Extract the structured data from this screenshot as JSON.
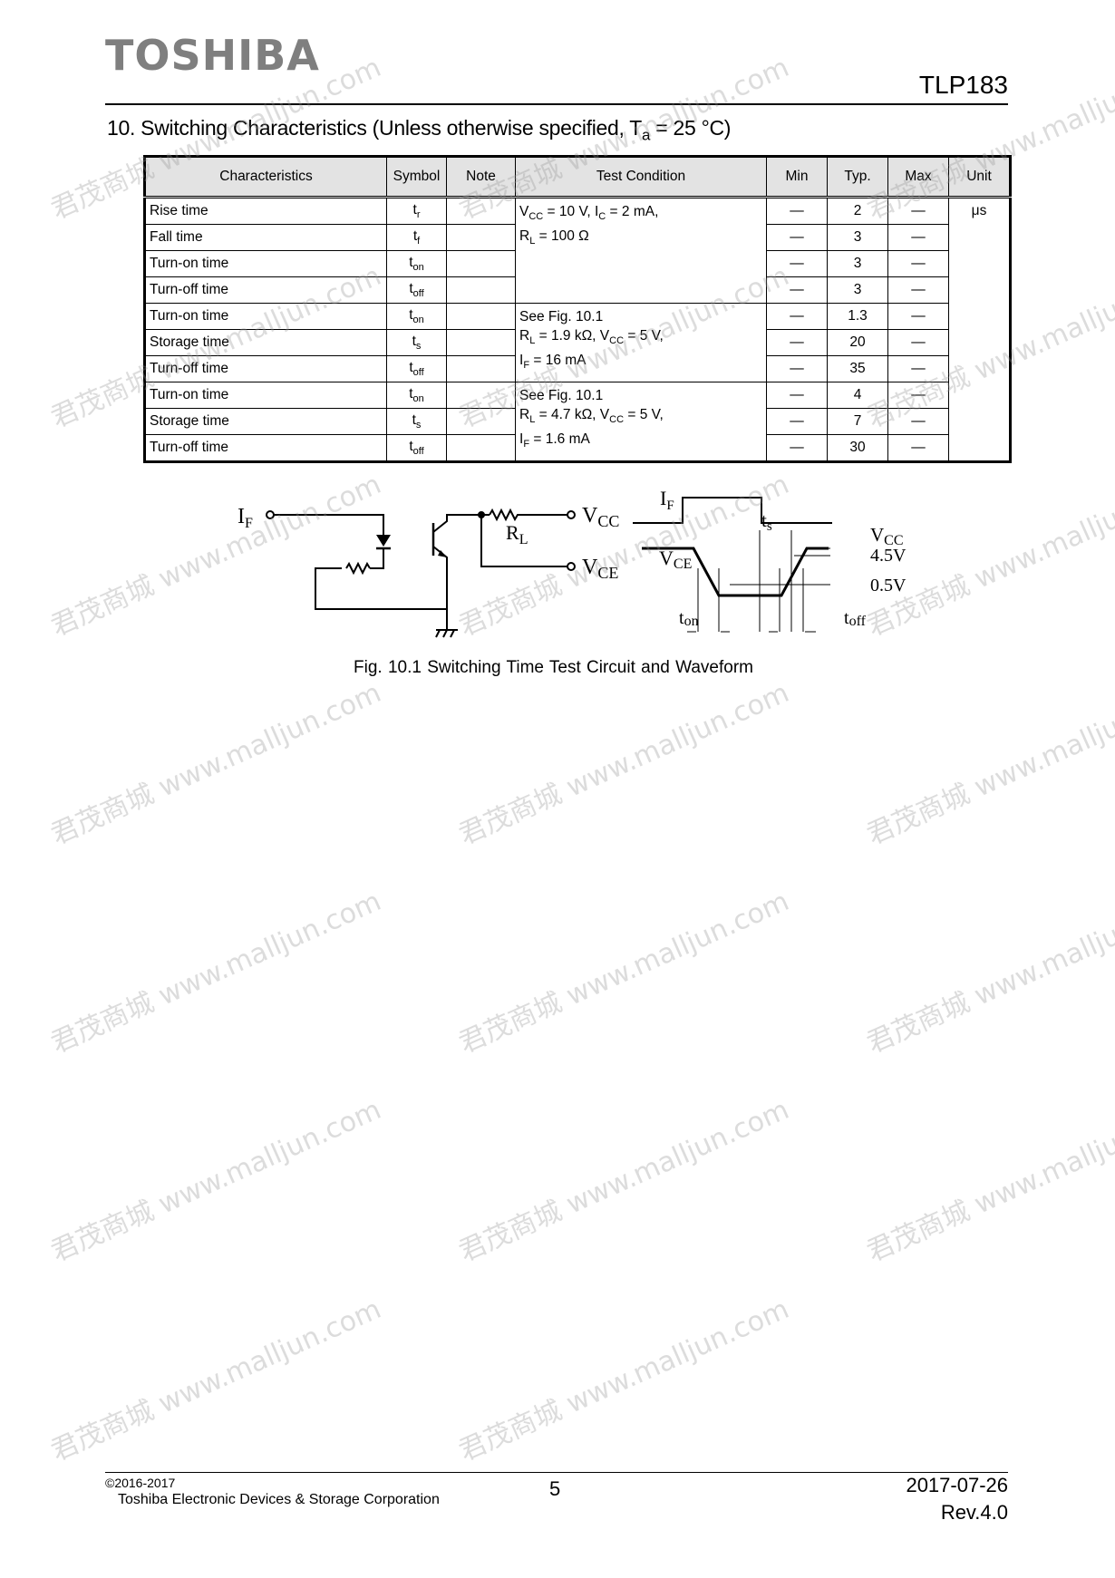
{
  "header": {
    "logo": "TOSHIBA",
    "part_number": "TLP183"
  },
  "section_title": {
    "prefix": "10. Switching Characteristics (Unless otherwise specified, T",
    "sub": "a",
    "suffix": " = 25 °C)"
  },
  "table": {
    "columns": [
      "Characteristics",
      "Symbol",
      "Note",
      "Test Condition",
      "Min",
      "Typ.",
      "Max",
      "Unit"
    ],
    "rows": [
      {
        "name": "Rise time",
        "sym": "t",
        "sub": "r",
        "min": "—",
        "typ": "2",
        "max": "—"
      },
      {
        "name": "Fall time",
        "sym": "t",
        "sub": "f",
        "min": "—",
        "typ": "3",
        "max": "—"
      },
      {
        "name": "Turn-on time",
        "sym": "t",
        "sub": "on",
        "min": "—",
        "typ": "3",
        "max": "—"
      },
      {
        "name": "Turn-off time",
        "sym": "t",
        "sub": "off",
        "min": "—",
        "typ": "3",
        "max": "—"
      },
      {
        "name": "Turn-on time",
        "sym": "t",
        "sub": "on",
        "min": "—",
        "typ": "1.3",
        "max": "—"
      },
      {
        "name": "Storage time",
        "sym": "t",
        "sub": "s",
        "min": "—",
        "typ": "20",
        "max": "—"
      },
      {
        "name": "Turn-off time",
        "sym": "t",
        "sub": "off",
        "min": "—",
        "typ": "35",
        "max": "—"
      },
      {
        "name": "Turn-on time",
        "sym": "t",
        "sub": "on",
        "min": "—",
        "typ": "4",
        "max": "—"
      },
      {
        "name": "Storage time",
        "sym": "t",
        "sub": "s",
        "min": "—",
        "typ": "7",
        "max": "—"
      },
      {
        "name": "Turn-off time",
        "sym": "t",
        "sub": "off",
        "min": "—",
        "typ": "30",
        "max": "—"
      }
    ],
    "conditions": [
      {
        "l1a": "V",
        "l1s": "CC",
        "l1b": " = 10 V, I",
        "l1s2": "C",
        "l1c": " = 2 mA,",
        "l2a": "R",
        "l2s": "L",
        "l2b": " = 100 Ω"
      },
      {
        "l0": "See Fig. 10.1",
        "l1a": "R",
        "l1s": "L",
        "l1b": " = 1.9 kΩ, V",
        "l1s2": "CC",
        "l1c": " = 5 V,",
        "l2a": "I",
        "l2s": "F",
        "l2b": " = 16 mA"
      },
      {
        "l0": "See Fig. 10.1",
        "l1a": "R",
        "l1s": "L",
        "l1b": " = 4.7 kΩ, V",
        "l1s2": "CC",
        "l1c": " = 5 V,",
        "l2a": "I",
        "l2s": "F",
        "l2b": " = 1.6 mA"
      }
    ],
    "unit": "μs"
  },
  "figure": {
    "labels": {
      "if_main": "I",
      "if_sub": "F",
      "rl_main": "R",
      "rl_sub": "L",
      "vcc_main": "V",
      "vcc_sub": "CC",
      "vce_main": "V",
      "vce_sub": "CE",
      "wf_if_main": "I",
      "wf_if_sub": "F",
      "ts_main": "t",
      "ts_sub": "s",
      "wf_vce_main": "V",
      "wf_vce_sub": "CE",
      "wf_vcc_main": "V",
      "wf_vcc_sub": "CC",
      "v45": "4.5V",
      "v05": "0.5V",
      "ton_main": "t",
      "ton_sub": "on",
      "toff_main": "t",
      "toff_sub": "off"
    },
    "caption": "Fig. 10.1    Switching Time Test Circuit and Waveform"
  },
  "footer": {
    "copyright": "©2016-2017",
    "corporation": "Toshiba Electronic Devices & Storage Corporation",
    "page": "5",
    "date": "2017-07-26",
    "revision": "Rev.4.0"
  },
  "watermark": "君茂商城 www.malljun.com"
}
